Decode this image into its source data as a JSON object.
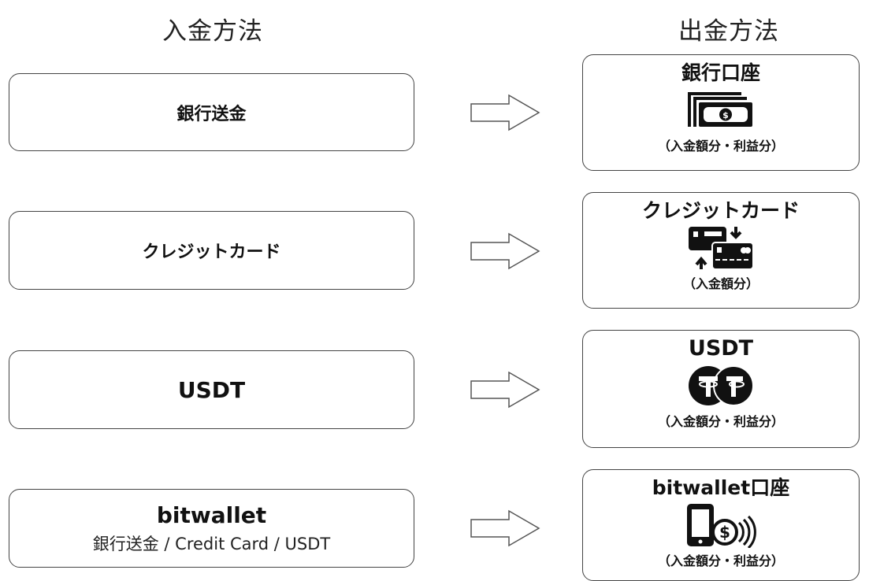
{
  "headers": {
    "deposit": "入金方法",
    "withdraw": "出金方法"
  },
  "deposit_methods": [
    {
      "label": "銀行送金"
    },
    {
      "label": "クレジットカード"
    },
    {
      "label": "USDT"
    },
    {
      "label": "bitwallet",
      "sub": "銀行送金 / Credit Card / USDT"
    }
  ],
  "withdraw_methods": [
    {
      "title": "銀行口座",
      "note": "（入金額分・利益分）",
      "icon": "banknote-stack-icon"
    },
    {
      "title": "クレジットカード",
      "note": "（入金額分）",
      "icon": "card-exchange-icon"
    },
    {
      "title": "USDT",
      "note": "（入金額分・利益分）",
      "icon": "tether-coin-icon"
    },
    {
      "title": "bitwallet口座",
      "note": "（入金額分・利益分）",
      "icon": "mobile-coin-icon"
    }
  ],
  "colors": {
    "border": "#444444",
    "text": "#111111",
    "icon": "#111111"
  }
}
